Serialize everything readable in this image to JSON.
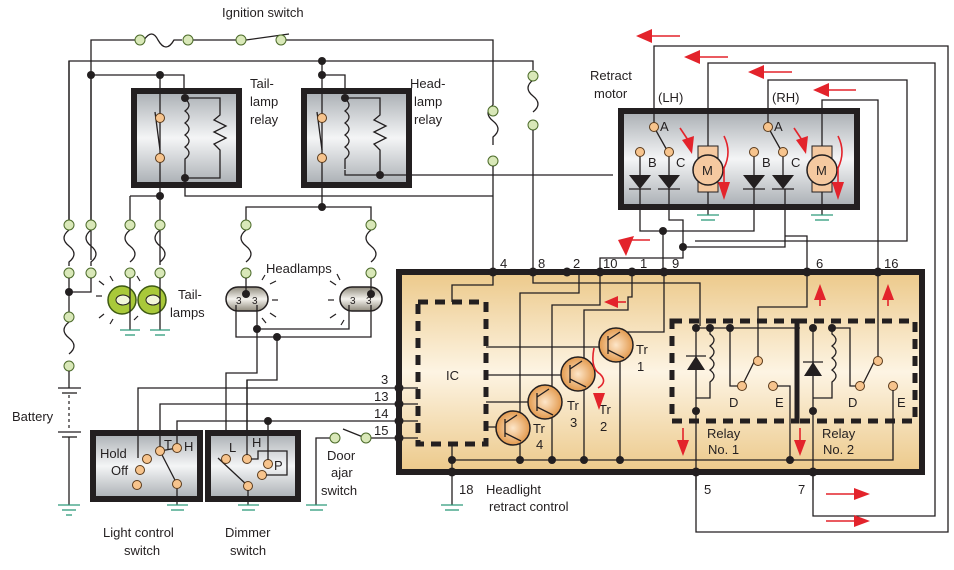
{
  "title": "Headlight retract control wiring diagram",
  "labels": {
    "ignition_switch": "Ignition switch",
    "tail_relay": [
      "Tail-",
      "lamp",
      "relay"
    ],
    "head_relay": [
      "Head-",
      "lamp",
      "relay"
    ],
    "retract_motor": [
      "Retract",
      "motor"
    ],
    "lh": "(LH)",
    "rh": "(RH)",
    "headlamps": "Headlamps",
    "taillamps": [
      "Tail-",
      "lamps"
    ],
    "battery": "Battery",
    "light_control_switch": [
      "Light control",
      "switch"
    ],
    "dimmer_switch": [
      "Dimmer",
      "switch"
    ],
    "door_ajar_switch": [
      "Door",
      "ajar",
      "switch"
    ],
    "headlight_retract_control": [
      "Headlight",
      "retract control"
    ],
    "ic": "IC",
    "relay1": [
      "Relay",
      "No. 1"
    ],
    "relay2": [
      "Relay",
      "No. 2"
    ],
    "motor": "M",
    "terminal_a": "A",
    "terminal_b": "B",
    "terminal_c": "C",
    "terminal_d": "D",
    "terminal_e": "E",
    "light_switch_positions": {
      "hold": "Hold",
      "off": "Off",
      "t": "T",
      "h": "H"
    },
    "dimmer_positions": {
      "l": "L",
      "h": "H",
      "p": "P"
    },
    "transistors": [
      {
        "name": "Tr",
        "num": "1"
      },
      {
        "name": "Tr",
        "num": "2"
      },
      {
        "name": "Tr",
        "num": "3"
      },
      {
        "name": "Tr",
        "num": "4"
      }
    ]
  },
  "pins": {
    "top": [
      "4",
      "8",
      "2",
      "10",
      "1",
      "9",
      "6",
      "16"
    ],
    "left": [
      "3",
      "13",
      "14",
      "15"
    ],
    "bottom": [
      "18",
      "5",
      "7"
    ]
  },
  "colors": {
    "wire": "#231f20",
    "current_arrow": "#e3232b",
    "ground": "#2e9b7b",
    "control_unit_fill": "#f3dcae",
    "relay_box_fill": "#c9cdd1",
    "terminal": "#f7c48d",
    "fuse_terminal": "#d9e8b8",
    "lamp": "#a9c93a"
  }
}
